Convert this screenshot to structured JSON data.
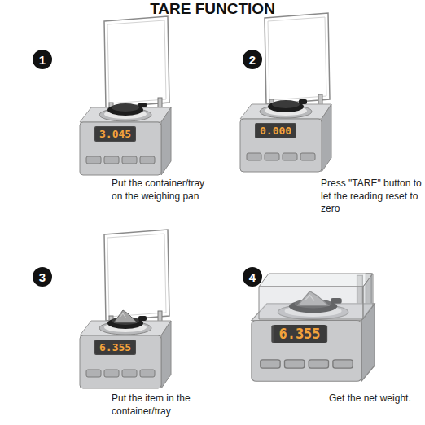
{
  "diagram": {
    "title": "TARE FUNCTION",
    "nodes": [
      {
        "text": [
          "1"
        ]
      },
      {
        "text": [
          "3.045"
        ]
      },
      {
        "text": [
          "2"
        ]
      },
      {
        "text": [
          "0.000"
        ]
      },
      {
        "text": [
          "3"
        ]
      },
      {
        "text": [
          "6.355"
        ]
      },
      {
        "text": [
          "4"
        ]
      },
      {
        "text": [
          "6.355"
        ]
      }
    ],
    "labels": [
      "Put the container/tray on the weighing pan",
      "Press \"TARE\" button to let the reading reset to zero",
      "Put the item in the container/tray",
      "Get the net weight."
    ]
  }
}
